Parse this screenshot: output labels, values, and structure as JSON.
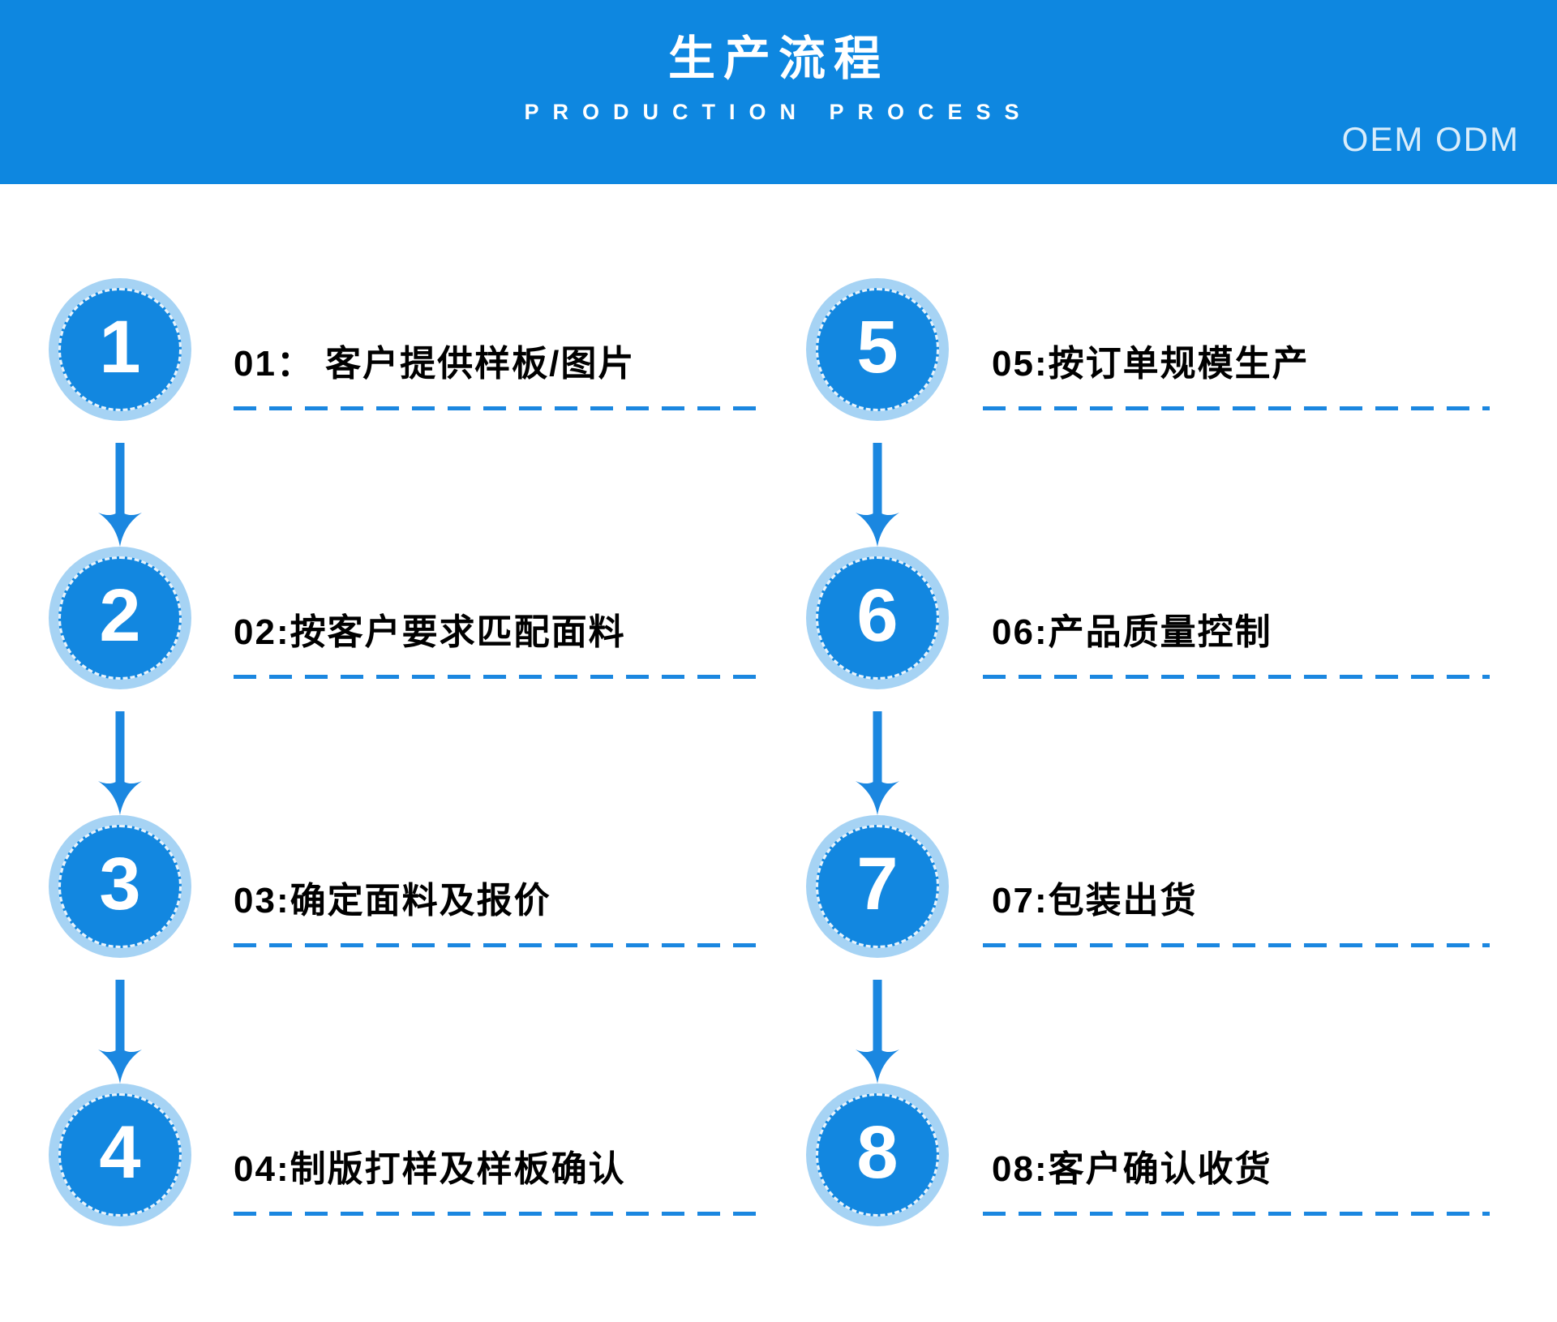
{
  "header": {
    "title": "生产流程",
    "subtitle": "PRODUCTION PROCESS",
    "badge": "OEM ODM"
  },
  "steps": [
    {
      "number": "1",
      "label": "01： 客户提供样板/图片"
    },
    {
      "number": "2",
      "label": "02:按客户要求匹配面料"
    },
    {
      "number": "3",
      "label": "03:确定面料及报价"
    },
    {
      "number": "4",
      "label": "04:制版打样及样板确认"
    },
    {
      "number": "5",
      "label": "05:按订单规模生产"
    },
    {
      "number": "6",
      "label": "06:产品质量控制"
    },
    {
      "number": "7",
      "label": "07:包装出货"
    },
    {
      "number": "8",
      "label": "08:客户确认收货"
    }
  ],
  "colors": {
    "header-bg": "#0e87e0",
    "header-text": "#ffffff",
    "badge-text": "#d9edfb",
    "circle-fill": "#1287e0",
    "circle-ring": "#a6d3f4",
    "accent": "#1b87e0",
    "label-color": "#000000"
  }
}
